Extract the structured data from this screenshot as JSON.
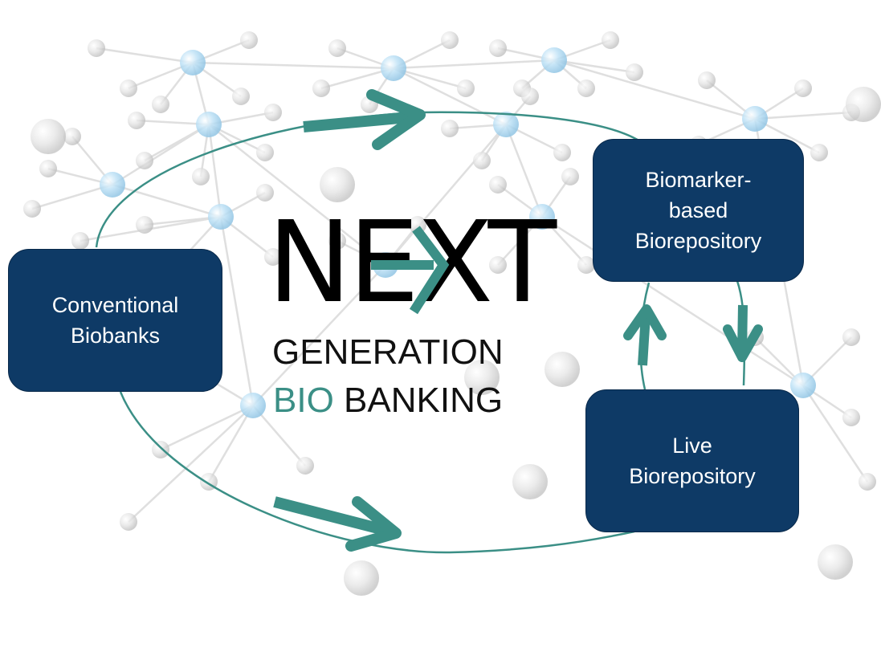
{
  "colors": {
    "box_fill": "#0e3a66",
    "accent_teal": "#3b8f86",
    "title_black": "#000000",
    "network_node_blue": "#8ec9ec",
    "network_node_grey": "#cfcfcf"
  },
  "boxes": {
    "conventional": {
      "lines": [
        "Conventional",
        "Biobanks"
      ]
    },
    "biomarker": {
      "lines": [
        "Biomarker-",
        "based",
        "Biorepository"
      ]
    },
    "live": {
      "lines": [
        "Live",
        "Biorepository"
      ]
    }
  },
  "title": {
    "next": "NEXT",
    "generation": "GENERATION",
    "bio": "BIO",
    "banking": "BANKING"
  },
  "background": {
    "description_icon": "network-graph-icon"
  }
}
